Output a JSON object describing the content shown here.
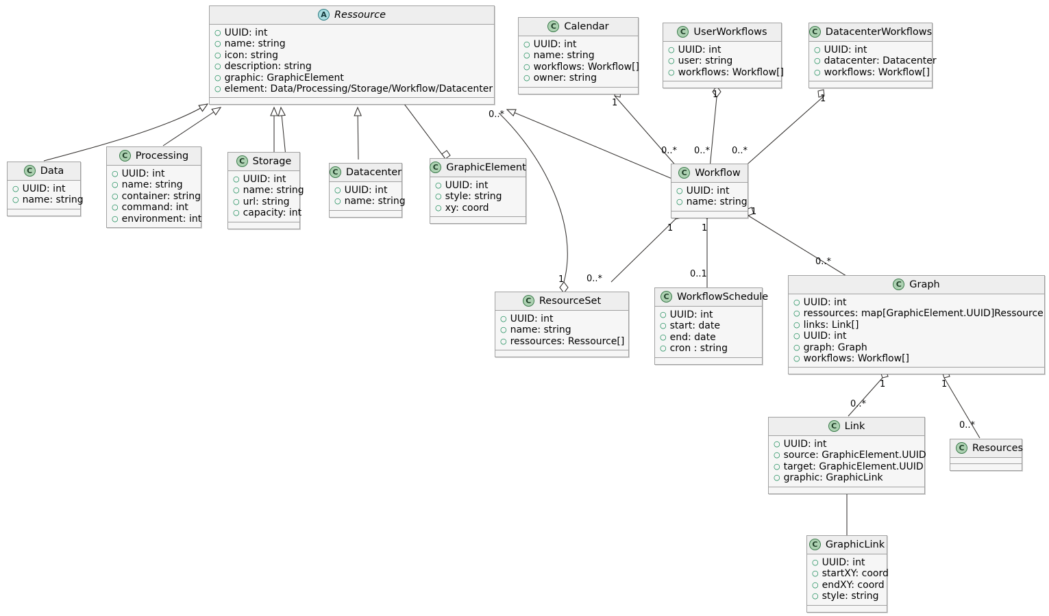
{
  "diagram": {
    "type": "uml-class-diagram",
    "title": "Ressource / Workflow class model",
    "colors": {
      "class_header_bg": "#eeeeee",
      "class_body_bg": "#f6f6f6",
      "class_border": "#a0a0a0",
      "class_stereotype_green": "#ADD1B2",
      "abstract_stereotype_cyan": "#A9DCDF",
      "visibility_marker": "#038048",
      "edge_line": "#33302e",
      "background": "#ffffff"
    },
    "icons": {
      "class_marker": "C",
      "abstract_marker": "A",
      "public_visibility": "○"
    }
  },
  "classes": {
    "ressource": {
      "name": "Ressource",
      "stereotype": "A",
      "abstract": true,
      "attributes": [
        "UUID: int",
        "name: string",
        "icon: string",
        "description: string",
        "graphic: GraphicElement",
        "element: Data/Processing/Storage/Workflow/Datacenter"
      ]
    },
    "data": {
      "name": "Data",
      "stereotype": "C",
      "attributes": [
        "UUID: int",
        "name: string"
      ]
    },
    "processing": {
      "name": "Processing",
      "stereotype": "C",
      "attributes": [
        "UUID: int",
        "name: string",
        "container: string",
        "command: int",
        "environment: int"
      ]
    },
    "storage": {
      "name": "Storage",
      "stereotype": "C",
      "attributes": [
        "UUID: int",
        "name: string",
        "url: string",
        "capacity: int"
      ]
    },
    "datacenter": {
      "name": "Datacenter",
      "stereotype": "C",
      "attributes": [
        "UUID: int",
        "name: string"
      ]
    },
    "graphicelement": {
      "name": "GraphicElement",
      "stereotype": "C",
      "attributes": [
        "UUID: int",
        "style: string",
        "xy: coord"
      ]
    },
    "calendar": {
      "name": "Calendar",
      "stereotype": "C",
      "attributes": [
        "UUID: int",
        "name: string",
        "workflows: Workflow[]",
        "owner: string"
      ]
    },
    "userworkflows": {
      "name": "UserWorkflows",
      "stereotype": "C",
      "attributes": [
        "UUID: int",
        "user: string",
        "workflows: Workflow[]"
      ]
    },
    "datacenterworkflows": {
      "name": "DatacenterWorkflows",
      "stereotype": "C",
      "attributes": [
        "UUID: int",
        "datacenter: Datacenter",
        "workflows: Workflow[]"
      ]
    },
    "workflow": {
      "name": "Workflow",
      "stereotype": "C",
      "attributes": [
        "UUID: int",
        "name: string"
      ]
    },
    "resourceset": {
      "name": "ResourceSet",
      "stereotype": "C",
      "attributes": [
        "UUID: int",
        "name: string",
        "ressources: Ressource[]"
      ]
    },
    "workflowschedule": {
      "name": "WorkflowSchedule",
      "stereotype": "C",
      "attributes": [
        "UUID: int",
        "start: date",
        "end: date",
        "cron : string"
      ]
    },
    "graph": {
      "name": "Graph",
      "stereotype": "C",
      "attributes": [
        "UUID: int",
        "ressources: map[GraphicElement.UUID]Ressource",
        "links: Link[]",
        "UUID: int",
        "graph: Graph",
        "workflows: Workflow[]"
      ]
    },
    "link": {
      "name": "Link",
      "stereotype": "C",
      "attributes": [
        "UUID: int",
        "source: GraphicElement.UUID",
        "target: GraphicElement.UUID",
        "graphic: GraphicLink"
      ]
    },
    "resources": {
      "name": "Resources",
      "stereotype": "C",
      "attributes": []
    },
    "graphiclink": {
      "name": "GraphicLink",
      "stereotype": "C",
      "attributes": [
        "UUID: int",
        "startXY: coord",
        "endXY: coord",
        "style: string"
      ]
    }
  },
  "multiplicities": {
    "ressource_to_resourceset_src": "0..*",
    "ressource_to_resourceset_dst": "1",
    "calendar_workflow_src": "1",
    "calendar_workflow_dst": "0..*",
    "userworkflows_workflow_src": "1",
    "userworkflows_workflow_dst": "0..*",
    "datacenterworkflows_workflow_src": "1",
    "datacenterworkflows_workflow_dst": "0..*",
    "workflow_resourceset_src": "1",
    "workflow_resourceset_dst": "0..*",
    "workflow_schedule_src": "1",
    "workflow_schedule_dst": "0..1",
    "workflow_graph_src": "1",
    "workflow_graph_dst": "0..*",
    "graph_link_src": "1",
    "graph_link_dst": "0..*",
    "graph_resources_src": "1",
    "graph_resources_dst": "0..*"
  },
  "relations": [
    {
      "from": "Data",
      "to": "Ressource",
      "kind": "generalization"
    },
    {
      "from": "Processing",
      "to": "Ressource",
      "kind": "generalization"
    },
    {
      "from": "Storage",
      "to": "Ressource",
      "kind": "generalization"
    },
    {
      "from": "Datacenter",
      "to": "Ressource",
      "kind": "generalization"
    },
    {
      "from": "Workflow",
      "to": "Ressource",
      "kind": "generalization"
    },
    {
      "from": "Ressource",
      "to": "GraphicElement",
      "kind": "composition"
    },
    {
      "from": "Ressource",
      "to": "ResourceSet",
      "kind": "aggregation"
    },
    {
      "from": "Calendar",
      "to": "Workflow",
      "kind": "composition"
    },
    {
      "from": "UserWorkflows",
      "to": "Workflow",
      "kind": "aggregation"
    },
    {
      "from": "DatacenterWorkflows",
      "to": "Workflow",
      "kind": "composition"
    },
    {
      "from": "Workflow",
      "to": "ResourceSet",
      "kind": "composition"
    },
    {
      "from": "Workflow",
      "to": "WorkflowSchedule",
      "kind": "aggregation"
    },
    {
      "from": "Workflow",
      "to": "Graph",
      "kind": "composition"
    },
    {
      "from": "Graph",
      "to": "Link",
      "kind": "composition"
    },
    {
      "from": "Graph",
      "to": "Resources",
      "kind": "composition"
    },
    {
      "from": "Link",
      "to": "GraphicLink",
      "kind": "association"
    }
  ]
}
